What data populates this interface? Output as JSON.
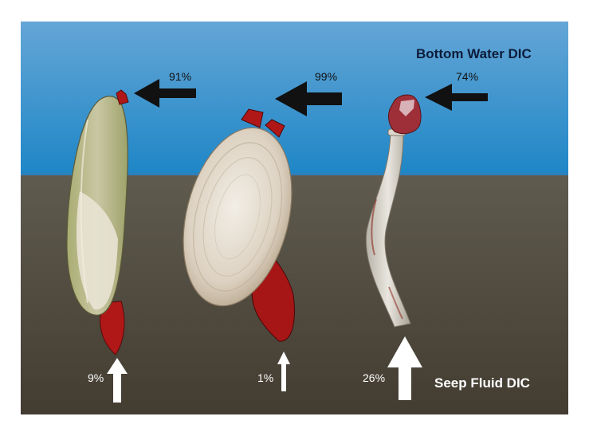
{
  "labels": {
    "bottom_water": "Bottom Water DIC",
    "seep_fluid": "Seep Fluid DIC"
  },
  "organisms": [
    {
      "name": "elongate-clam",
      "bottom_water_pct": "91%",
      "seep_fluid_pct": "9%"
    },
    {
      "name": "round-clam",
      "bottom_water_pct": "99%",
      "seep_fluid_pct": "1%"
    },
    {
      "name": "tubeworm",
      "bottom_water_pct": "74%",
      "seep_fluid_pct": "26%"
    }
  ],
  "colors": {
    "water_top": "#64a6d6",
    "water_bottom": "#1e86c6",
    "sediment_top": "#5f5b4f",
    "sediment_bottom": "#453e33",
    "siphon_red": "#b01818",
    "bottom_arrow": "#111111",
    "seep_arrow": "#ffffff"
  }
}
